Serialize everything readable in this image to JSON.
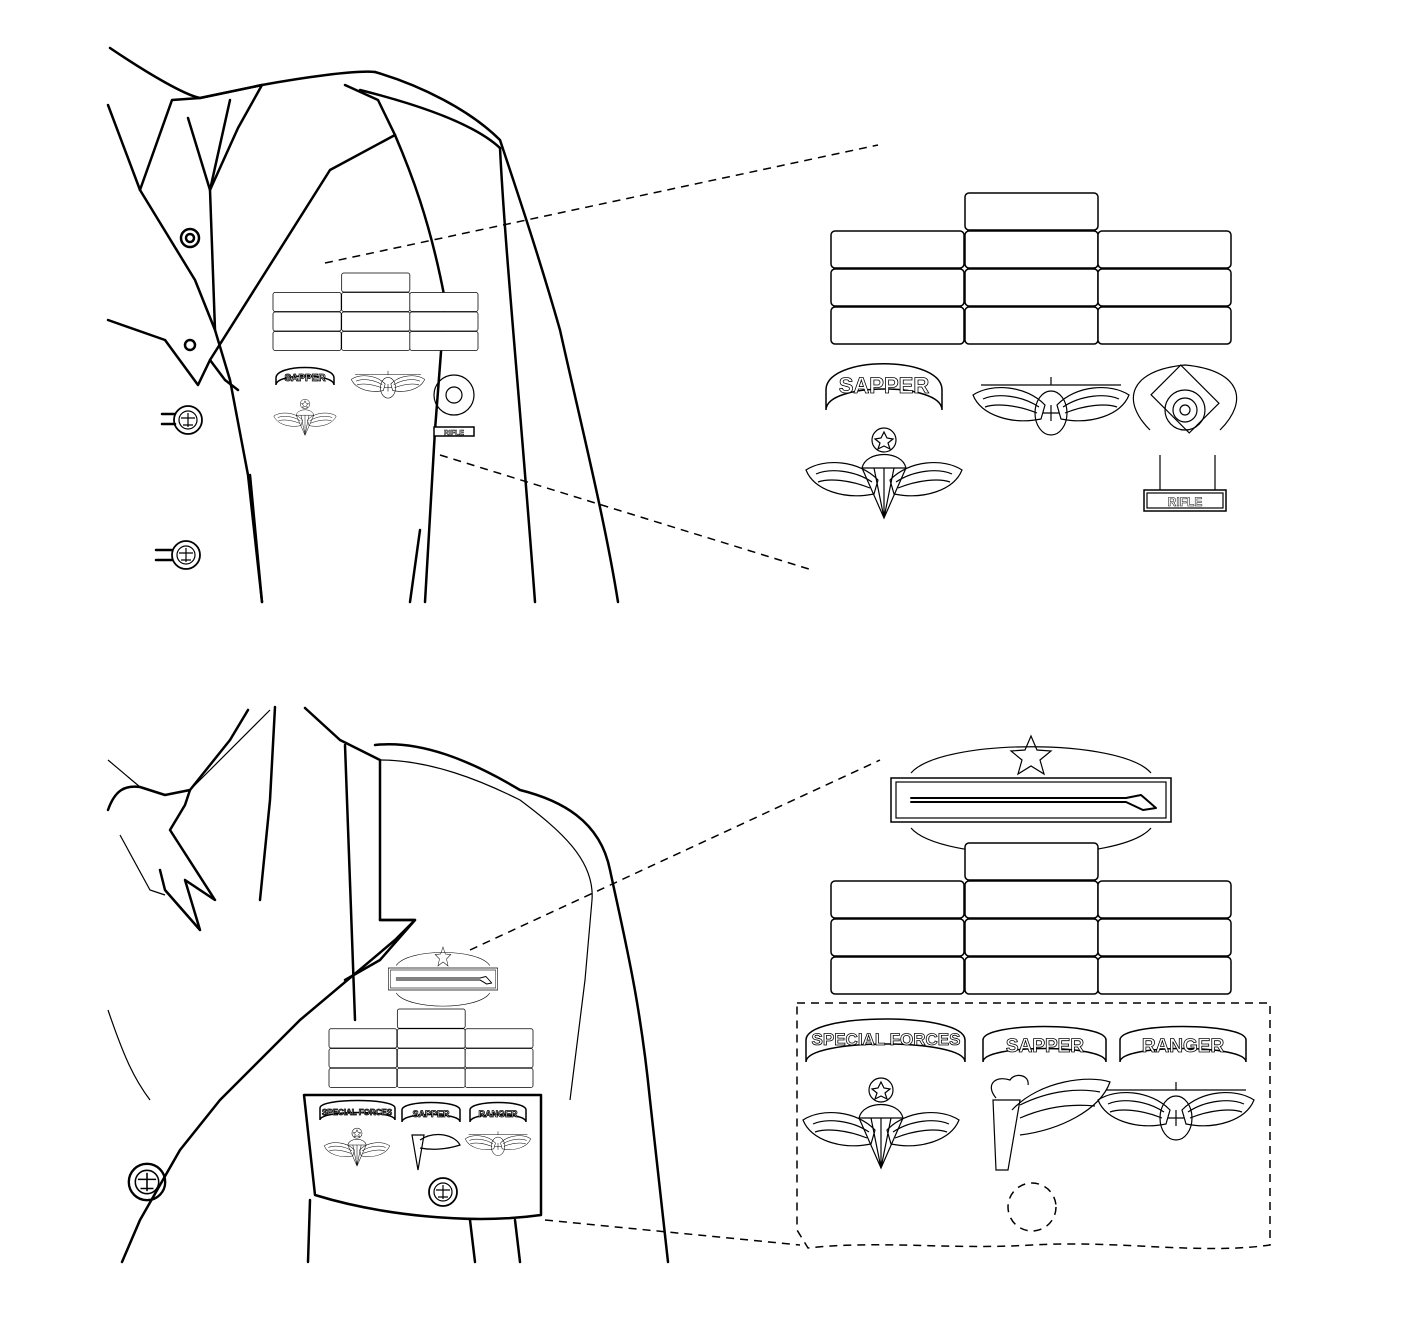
{
  "top_figure": {
    "badges": {
      "tab": "SAPPER",
      "marksmanship_bar": "RIFLE"
    }
  },
  "bottom_figure": {
    "tabs": [
      "SPECIAL FORCES",
      "SAPPER",
      "RANGER"
    ]
  },
  "colors": {
    "line": "#000000",
    "background": "#ffffff"
  }
}
